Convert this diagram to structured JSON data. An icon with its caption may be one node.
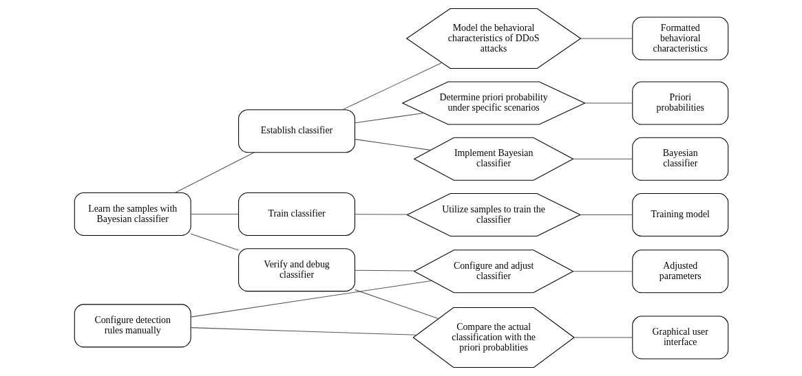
{
  "diagram": {
    "nodes": [
      {
        "text": [
          "Learn the samples with Bayesian classifier"
        ]
      },
      {
        "text": [
          "Establish classifier"
        ]
      },
      {
        "text": [
          "Train classifier"
        ]
      },
      {
        "text": [
          "Verify and debug classifier"
        ]
      },
      {
        "text": [
          "Configure detection rules manually"
        ]
      },
      {
        "text": [
          "Model the behavioral characteristics of DDoS attacks"
        ]
      },
      {
        "text": [
          "Determine priori probability under specific scenarios"
        ]
      },
      {
        "text": [
          "Implement Bayesian classifier"
        ]
      },
      {
        "text": [
          "Utilize samples to train the classifier"
        ]
      },
      {
        "text": [
          "Compare the actual classification with the priori probablities"
        ]
      },
      {
        "text": [
          "Configure and adjust classifier"
        ]
      },
      {
        "text": [
          "Formatted behavioral characteristics"
        ]
      },
      {
        "text": [
          "Priori probabilities"
        ]
      },
      {
        "text": [
          "Bayesian classifier"
        ]
      },
      {
        "text": [
          "Training model"
        ]
      },
      {
        "text": [
          "Graphical user interface"
        ]
      },
      {
        "text": [
          "Adjusted parameters"
        ]
      }
    ],
    "edges": [
      {
        "from": 0,
        "to": 1,
        "arrow": "none"
      },
      {
        "from": 0,
        "to": 2,
        "arrow": "none"
      },
      {
        "from": 0,
        "to": 3,
        "arrow": "none"
      },
      {
        "from": 1,
        "to": 5,
        "arrow": "none"
      },
      {
        "from": 1,
        "to": 6,
        "arrow": "none"
      },
      {
        "from": 1,
        "to": 7,
        "arrow": "none"
      },
      {
        "from": 2,
        "to": 8,
        "arrow": "none"
      },
      {
        "from": 3,
        "to": 9,
        "arrow": "none"
      },
      {
        "from": 3,
        "to": 10,
        "arrow": "none"
      },
      {
        "from": 4,
        "to": 9,
        "arrow": "none"
      },
      {
        "from": 4,
        "to": 10,
        "arrow": "none"
      },
      {
        "from": 5,
        "to": 11,
        "arrow": "none"
      },
      {
        "from": 6,
        "to": 12,
        "arrow": "none"
      },
      {
        "from": 7,
        "to": 13,
        "arrow": "none"
      },
      {
        "from": 8,
        "to": 14,
        "arrow": "none"
      },
      {
        "from": 9,
        "to": 15,
        "arrow": "none"
      },
      {
        "from": 10,
        "to": 16,
        "arrow": "none"
      }
    ]
  }
}
